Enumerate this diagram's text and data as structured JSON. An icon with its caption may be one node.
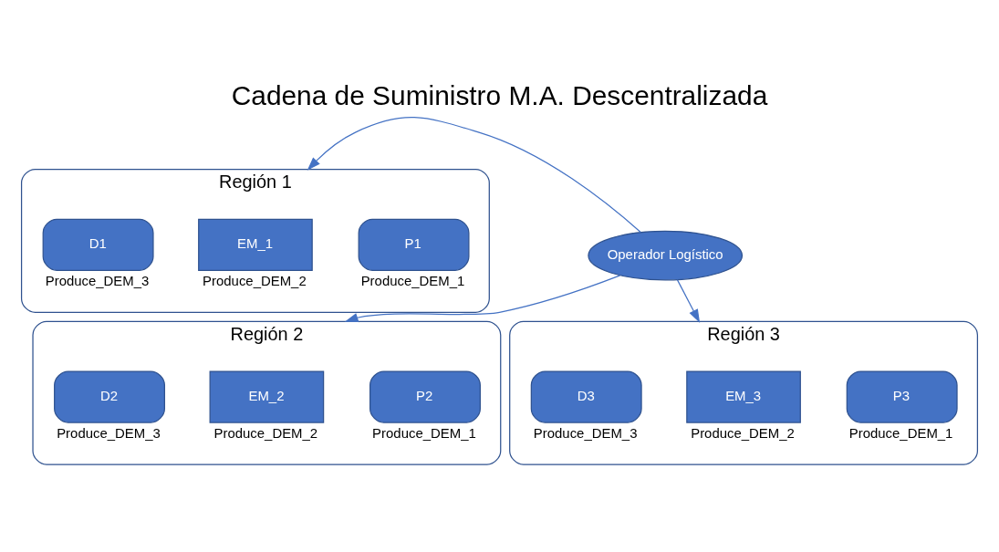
{
  "diagram": {
    "title": "Cadena de Suministro M.A. Descentralizada",
    "nodes": [
      {
        "text": [
          "Región 1"
        ]
      },
      {
        "text": [
          "P1"
        ],
        "in": 0,
        "beside": [
          "Produce_DEM_1"
        ]
      },
      {
        "text": [
          "EM_1"
        ],
        "in": 0,
        "beside": [
          "Produce_DEM_2"
        ]
      },
      {
        "text": [
          "D1"
        ],
        "in": 0,
        "beside": [
          "Produce_DEM_3"
        ]
      },
      {
        "text": [
          "Operador Logístico"
        ]
      },
      {
        "text": [
          "Región 2"
        ]
      },
      {
        "text": [
          "P2"
        ],
        "in": 5,
        "beside": [
          "Produce_DEM_1"
        ]
      },
      {
        "text": [
          "EM_2"
        ],
        "in": 5,
        "beside": [
          "Produce_DEM_2"
        ]
      },
      {
        "text": [
          "D2"
        ],
        "in": 5,
        "beside": [
          "Produce_DEM_3"
        ]
      },
      {
        "text": [
          "Región 3"
        ]
      },
      {
        "text": [
          "P3"
        ],
        "in": 9,
        "beside": [
          "Produce_DEM_1"
        ]
      },
      {
        "text": [
          "EM_3"
        ],
        "in": 9,
        "beside": [
          "Produce_DEM_2"
        ]
      },
      {
        "text": [
          "D3"
        ],
        "in": 9,
        "beside": [
          "Produce_DEM_3"
        ]
      }
    ],
    "edges": [
      {
        "from": 4,
        "to": 0,
        "arrow": "to"
      },
      {
        "from": 4,
        "to": 5,
        "arrow": "to"
      },
      {
        "from": 4,
        "to": 9,
        "arrow": "to"
      }
    ]
  }
}
